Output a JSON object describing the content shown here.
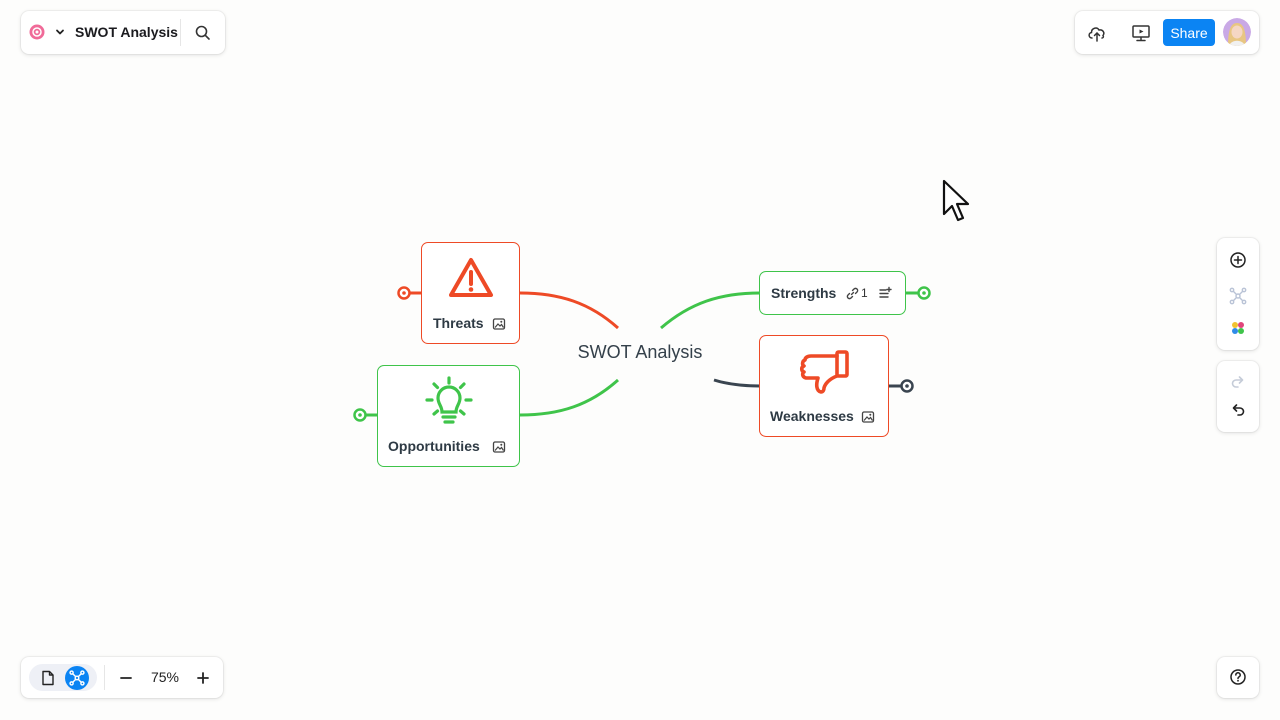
{
  "app": {
    "document_title": "SWOT Analysis"
  },
  "topbar_right": {
    "share_label": "Share"
  },
  "mindmap": {
    "central_topic": "SWOT Analysis",
    "nodes": [
      {
        "label": "Threats",
        "color": "#ee4a26",
        "icon": "warning-triangle-icon"
      },
      {
        "label": "Opportunities",
        "color": "#3fc44a",
        "icon": "lightbulb-icon"
      },
      {
        "label": "Strengths",
        "color": "#3fc44a",
        "link_count": "1",
        "icon": "link-icon"
      },
      {
        "label": "Weaknesses",
        "color": "#ee4a26",
        "icon": "thumbs-down-icon"
      }
    ]
  },
  "zoom": {
    "level": "75%"
  },
  "colors": {
    "accent": "#0b84f3",
    "red": "#ee4a26",
    "green": "#3fc44a",
    "dark": "#3a4550"
  }
}
